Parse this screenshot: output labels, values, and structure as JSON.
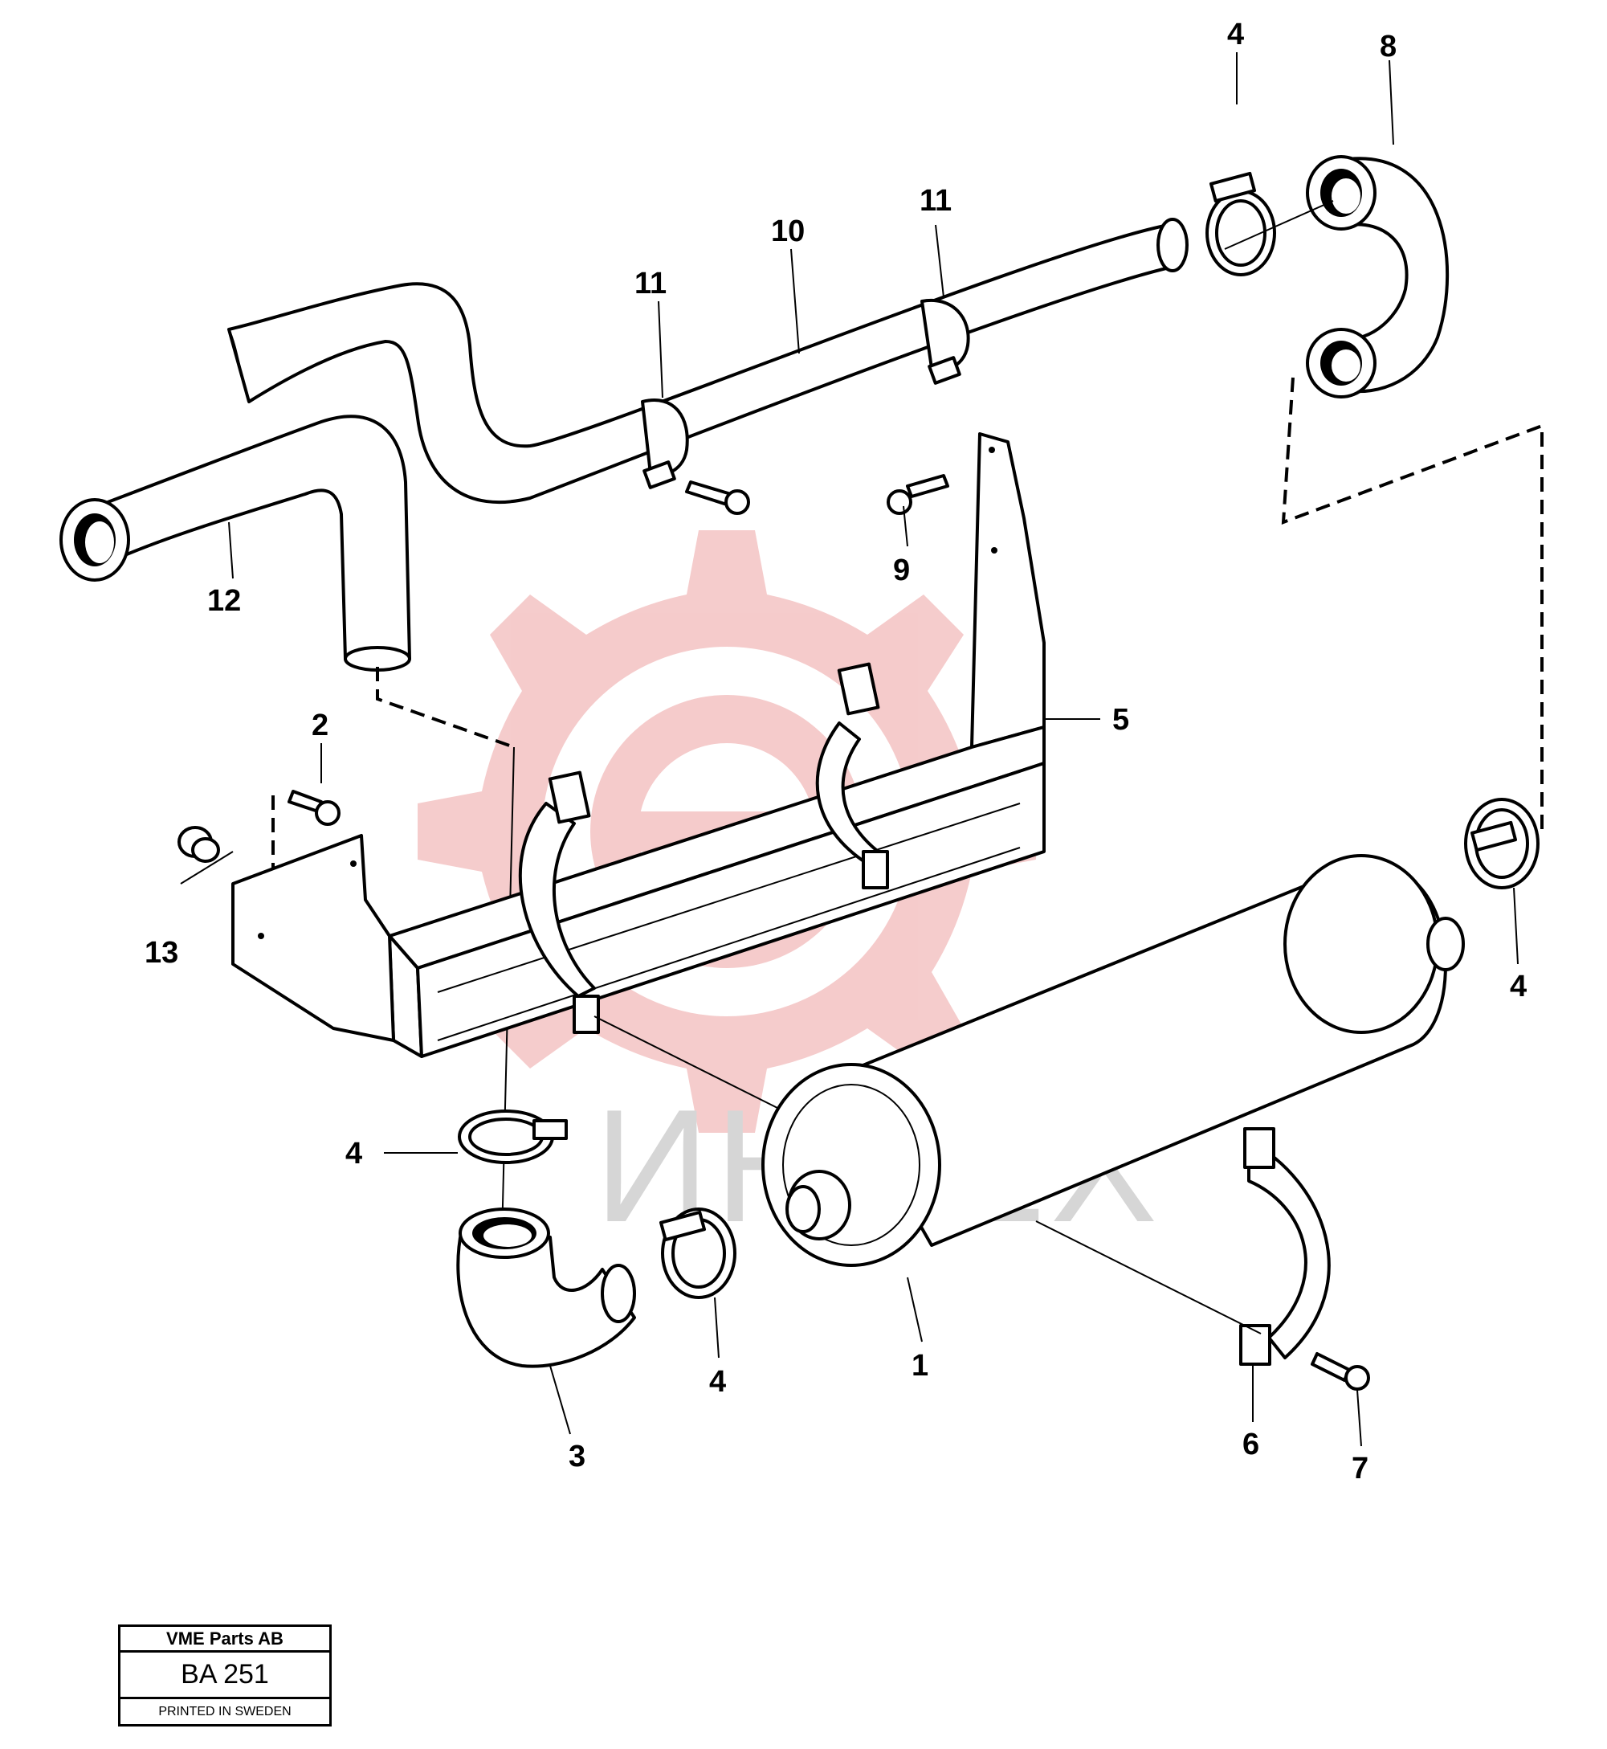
{
  "title_block": {
    "company": "VME Parts AB",
    "code": "BA 251",
    "printed": "PRINTED IN SWEDEN"
  },
  "watermark": {
    "text": "ИНТЕХ",
    "color": "#f4c6c6"
  },
  "callouts": [
    {
      "id": "c-1",
      "label": "1"
    },
    {
      "id": "c-2",
      "label": "2"
    },
    {
      "id": "c-3",
      "label": "3"
    },
    {
      "id": "c-4a",
      "label": "4"
    },
    {
      "id": "c-4b",
      "label": "4"
    },
    {
      "id": "c-4c",
      "label": "4"
    },
    {
      "id": "c-4d",
      "label": "4"
    },
    {
      "id": "c-5",
      "label": "5"
    },
    {
      "id": "c-6",
      "label": "6"
    },
    {
      "id": "c-7",
      "label": "7"
    },
    {
      "id": "c-8",
      "label": "8"
    },
    {
      "id": "c-9",
      "label": "9"
    },
    {
      "id": "c-10",
      "label": "10"
    },
    {
      "id": "c-11a",
      "label": "11"
    },
    {
      "id": "c-11b",
      "label": "11"
    },
    {
      "id": "c-12",
      "label": "12"
    },
    {
      "id": "c-13",
      "label": "13"
    }
  ]
}
